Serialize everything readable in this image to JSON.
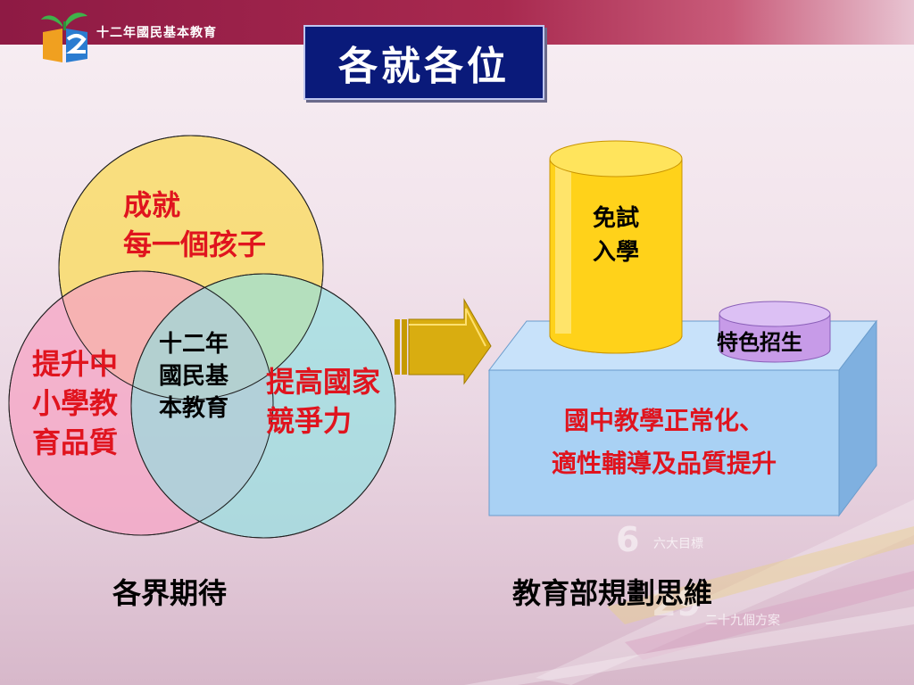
{
  "header": {
    "title": "十二年國民基本教育",
    "logo_icon": "book-sprout-logo-icon",
    "colors": {
      "bar": "#8e1a44",
      "accent": "#c95c7a"
    }
  },
  "slide": {
    "title": "各就各位",
    "title_bg": "#0a1a7a"
  },
  "venn": {
    "top_circle": {
      "line1": "成就",
      "line2": "每一個孩子",
      "color": "#f9dc6a"
    },
    "left_circle": {
      "line1": "提升中",
      "line2": "小學教",
      "line3": "育品質",
      "color": "#f6a4c4"
    },
    "right_circle": {
      "line1": "提高國家",
      "line2": "競爭力",
      "color": "#8fe0e0"
    },
    "center": {
      "line1": "十二年",
      "line2": "國民基",
      "line3": "本教育"
    },
    "caption": "各界期待"
  },
  "arrow": {
    "icon": "right-arrow-icon",
    "color": "#d4a500"
  },
  "ministry": {
    "cylinder": {
      "line1": "免試",
      "line2": "入學",
      "color": "#ffd21a"
    },
    "small_cylinder": {
      "label": "特色招生",
      "color": "#c79be8"
    },
    "box": {
      "line1": "國中教學正常化、",
      "line2": "適性輔導及品質提升",
      "color": "#9fc8ee"
    },
    "caption": "教育部規劃思維"
  },
  "background_watermark": {
    "item1": "六大目標",
    "item2": "二十九個方案"
  }
}
